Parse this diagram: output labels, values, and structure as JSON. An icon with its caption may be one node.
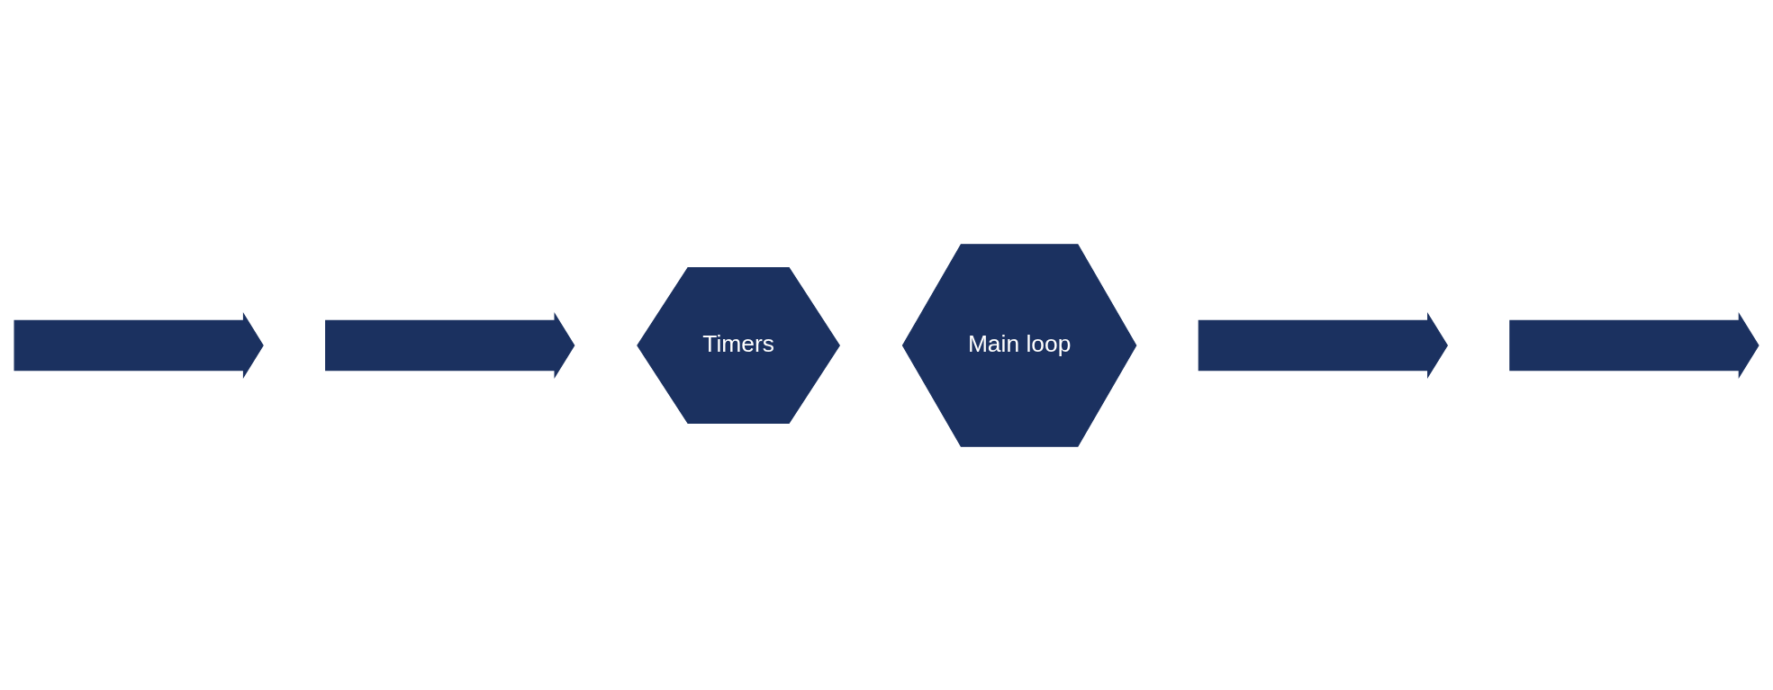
{
  "diagram": {
    "nodes": [
      {
        "text": [
          "Timers"
        ]
      },
      {
        "text": [],
        "shape": "arrow"
      },
      {
        "text": [],
        "shape": "arrow"
      },
      {
        "text": [
          "Main loop"
        ]
      },
      {
        "text": [],
        "shape": "arrow"
      },
      {
        "text": [],
        "shape": "arrow"
      }
    ],
    "edges": []
  }
}
